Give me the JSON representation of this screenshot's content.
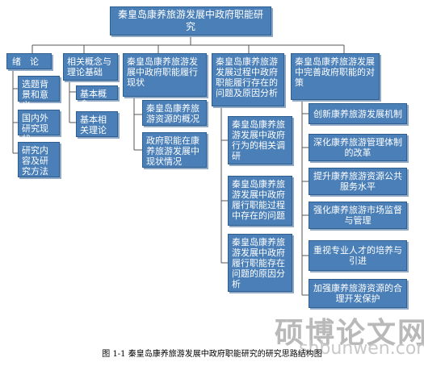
{
  "diagram": {
    "root": "秦皇岛康养旅游发展中政府职能研究",
    "sections": [
      {
        "title": "绪　论",
        "children": [
          "选题背景和意义",
          "国内外研究现状",
          "研究内容及研究方法"
        ]
      },
      {
        "title": "相关概念与理论基础",
        "children": [
          "基本概念",
          "基本相关理论"
        ]
      },
      {
        "title": "秦皇岛康养旅游发展中政府职能履行现状",
        "children": [
          "秦皇岛康养旅游资源的概况",
          "政府职能在康养旅游发展中现状情况"
        ]
      },
      {
        "title": "秦皇岛康养旅游发展过程中政府职能履行存在的问题及原因分析",
        "children": [
          "秦皇岛康养旅游发展中政府行为的相关调研",
          "秦皇岛康养旅游发展中政府履行职能过程中存在的问题",
          "秦皇岛康养旅游发展中政府履行职能存在问题的原因分析"
        ]
      },
      {
        "title": "秦皇岛康养旅游发展中完善政府职能的对策",
        "children": [
          "创新康养旅游发展机制",
          "深化康养旅游管理体制的改革",
          "提升康养旅游资源公共服务水平",
          "强化康养旅游市场监督与管理",
          "重视专业人才的培养与引进",
          "加强康养旅游资源的合理开发保护"
        ]
      }
    ]
  },
  "caption": "图 1-1  秦皇岛康养旅游发展中政府职能研究的研究思路结构图",
  "watermark": {
    "main": "硕博论文网",
    "url": "shbunwen.com"
  },
  "colors": {
    "box_fill": "#4a7fb8",
    "box_border": "#2f5f8f",
    "box_text": "#ffffff",
    "connector": "#555555"
  }
}
